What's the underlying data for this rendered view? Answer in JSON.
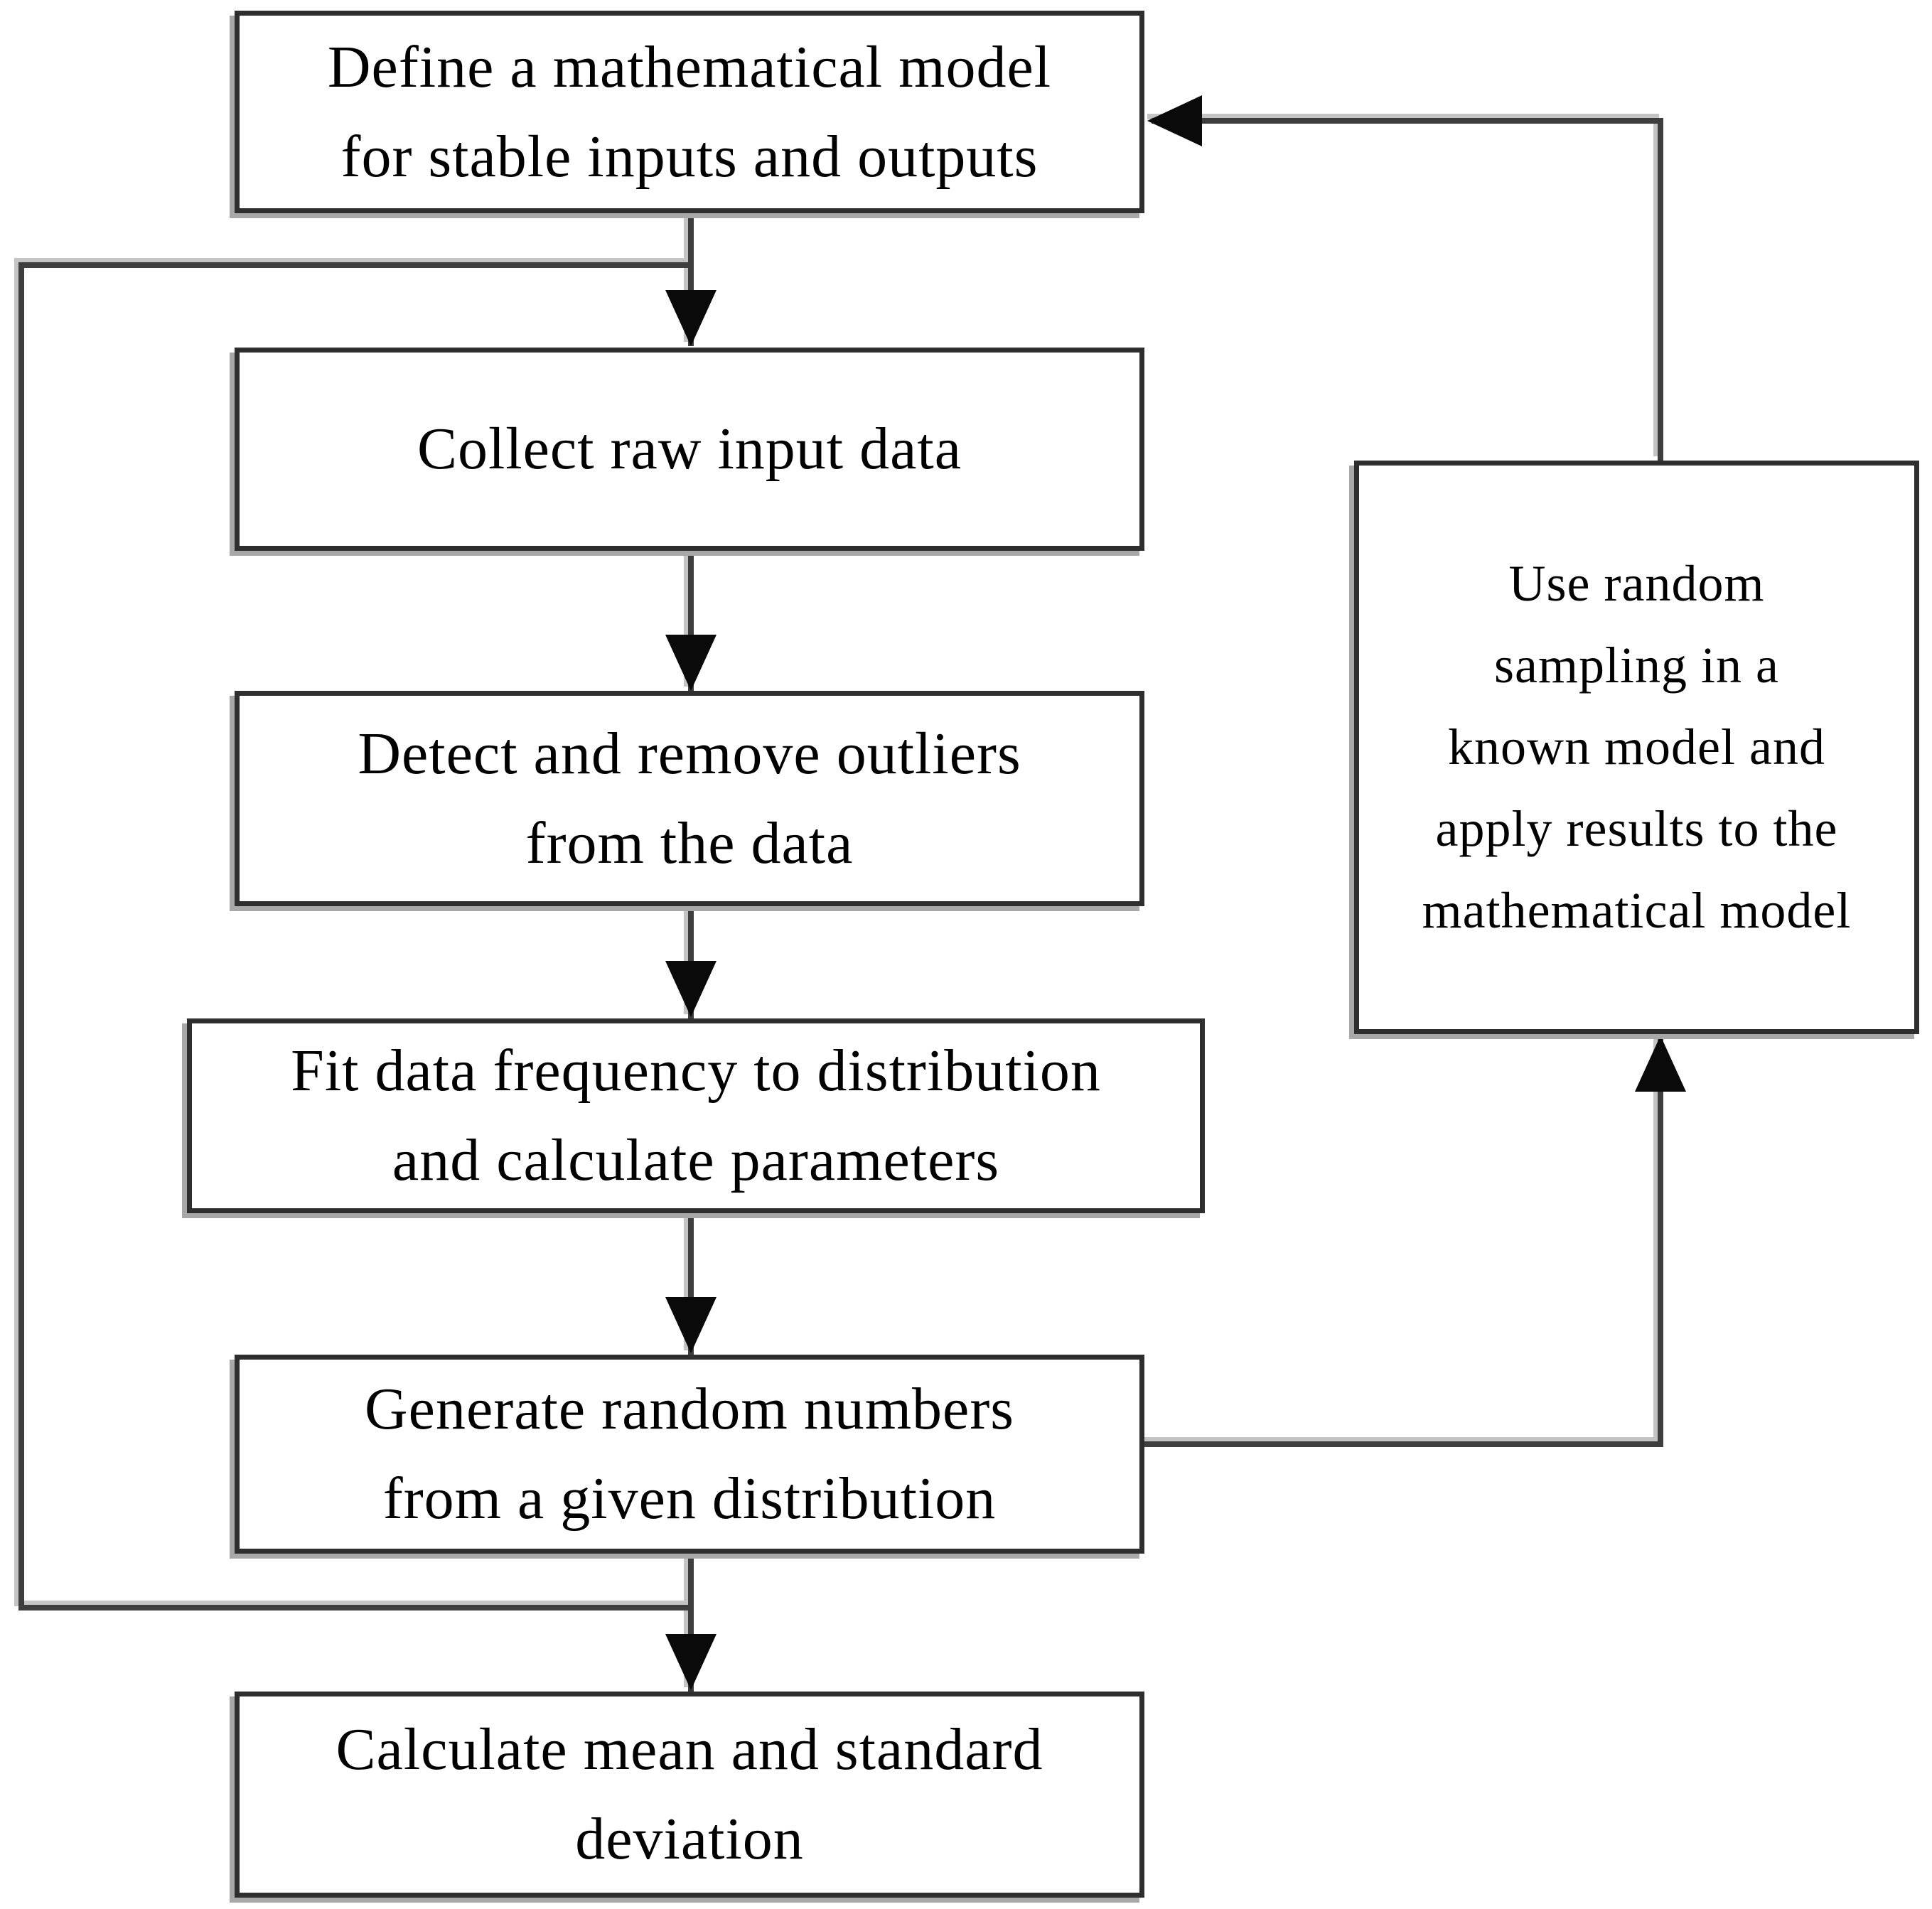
{
  "diagram": {
    "type": "flowchart",
    "nodes": [
      {
        "id": "define-model",
        "label": "Define a mathematical model\nfor stable inputs and outputs"
      },
      {
        "id": "collect-data",
        "label": "Collect raw input data"
      },
      {
        "id": "detect-outliers",
        "label": "Detect and remove outliers\nfrom the data"
      },
      {
        "id": "fit-distribution",
        "label": "Fit data frequency to distribution\nand calculate parameters"
      },
      {
        "id": "generate-random",
        "label": "Generate random numbers\nfrom a given distribution"
      },
      {
        "id": "calculate-stats",
        "label": "Calculate mean and standard\ndeviation"
      },
      {
        "id": "use-sampling",
        "label": "Use random\nsampling in a\nknown model and\napply results to the\nmathematical model"
      }
    ],
    "edges": [
      {
        "from": "define-model",
        "to": "collect-data"
      },
      {
        "from": "collect-data",
        "to": "detect-outliers"
      },
      {
        "from": "detect-outliers",
        "to": "fit-distribution"
      },
      {
        "from": "fit-distribution",
        "to": "generate-random"
      },
      {
        "from": "generate-random",
        "to": "calculate-stats"
      },
      {
        "from": "define-model",
        "to": "calculate-stats"
      },
      {
        "from": "generate-random",
        "to": "use-sampling"
      },
      {
        "from": "use-sampling",
        "to": "define-model"
      }
    ],
    "colors": {
      "background": "#ffffff",
      "box_fill": "#ffffff",
      "box_border": "#2e2e2e",
      "box_shadow": "#a8a8a8",
      "line": "#3e3e3e",
      "line_highlight": "#c4c4c4",
      "arrowhead": "#0a0a0a"
    }
  }
}
